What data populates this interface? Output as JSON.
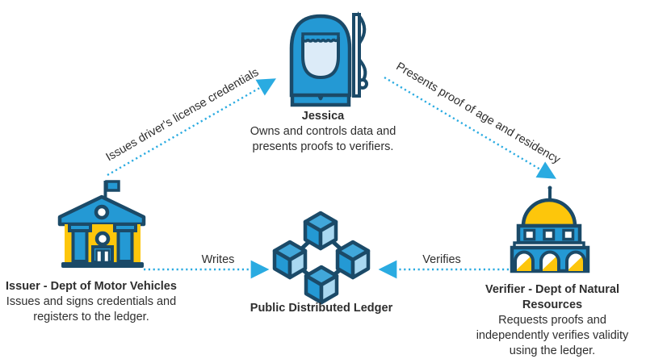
{
  "diagram": {
    "jessica": {
      "title": "Jessica",
      "description": "Owns and controls data and presents proofs to verifiers."
    },
    "issuer": {
      "title": "Issuer - Dept of Motor Vehicles",
      "description": "Issues and signs credentials and registers to the ledger."
    },
    "ledger": {
      "title": "Public Distributed Ledger"
    },
    "verifier": {
      "title": "Verifier - Dept of Natural Resources",
      "description": "Requests proofs and independently verifies validity using the ledger."
    },
    "edges": {
      "issues": {
        "label": "Issues driver's license credentials",
        "from": "issuer",
        "to": "jessica"
      },
      "presents": {
        "label": "Presents proof of age and residency",
        "from": "jessica",
        "to": "verifier"
      },
      "writes": {
        "label": "Writes",
        "from": "issuer",
        "to": "ledger"
      },
      "verifies": {
        "label": "Verifies",
        "from": "verifier",
        "to": "ledger"
      }
    }
  },
  "colors": {
    "primary_blue": "#2499d4",
    "navy_outline": "#1b4a68",
    "accent_yellow": "#fdc60b",
    "arrow_blue": "#2aabe1",
    "light_blue": "#dcebf8",
    "cube_top": "#41a7da",
    "cube_right": "#a9d8f1",
    "text": "#2e2e2e"
  }
}
